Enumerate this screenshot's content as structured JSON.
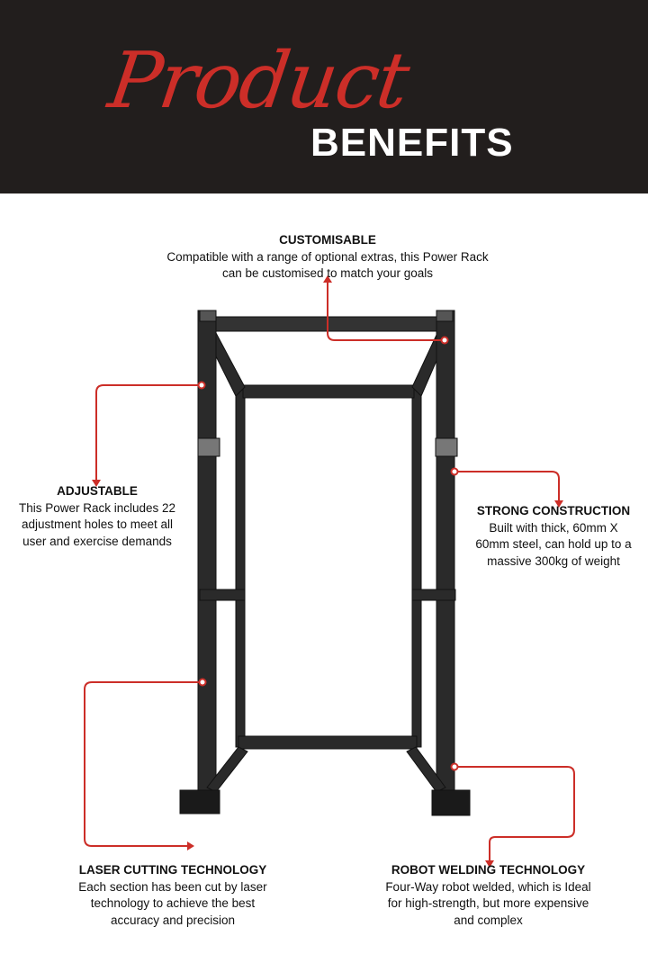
{
  "header": {
    "script_title": "Product",
    "title": "BENEFITS"
  },
  "colors": {
    "header_bg": "#221e1d",
    "accent": "#cc2e28"
  },
  "benefits": [
    {
      "title": "CUSTOMISABLE",
      "text": "Compatible with a range of optional extras, this Power Rack can be customised to match your goals"
    },
    {
      "title": "ADJUSTABLE",
      "text": "This Power Rack includes 22 adjustment holes to meet all user and exercise demands"
    },
    {
      "title": "STRONG CONSTRUCTION",
      "text": "Built with thick, 60mm X 60mm steel, can hold up to a massive 300kg of weight"
    },
    {
      "title": "LASER CUTTING TECHNOLOGY",
      "text": "Each section has been cut by laser technology to achieve the best accuracy and precision"
    },
    {
      "title": "ROBOT WELDING TECHNOLOGY",
      "text": "Four-Way robot welded, which is Ideal for high-strength, but more expensive and complex"
    }
  ]
}
